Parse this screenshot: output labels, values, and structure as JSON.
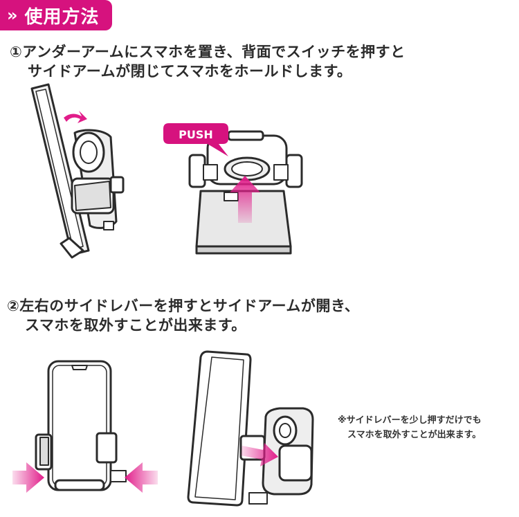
{
  "header": {
    "chevron": "»",
    "title": "使用方法"
  },
  "steps": [
    {
      "line1": "①アンダーアームにスマホを置き、背面でスイッチを押すと",
      "line2": "サイドアームが閉じてスマホをホールドします。"
    },
    {
      "line1": "②左右のサイドレバーを押すとサイドアームが開き、",
      "line2": "スマホを取外すことが出来ます。"
    }
  ],
  "push_label": "PUSH",
  "note": {
    "line1": "※サイドレバーを少し押すだけでも",
    "line2": "スマホを取外すことが出来ます。"
  },
  "colors": {
    "accent": "#d6127e",
    "line": "#2b2b2b",
    "fill_gray": "#e8e8e8",
    "arrow_fill": "#e11d8a"
  }
}
